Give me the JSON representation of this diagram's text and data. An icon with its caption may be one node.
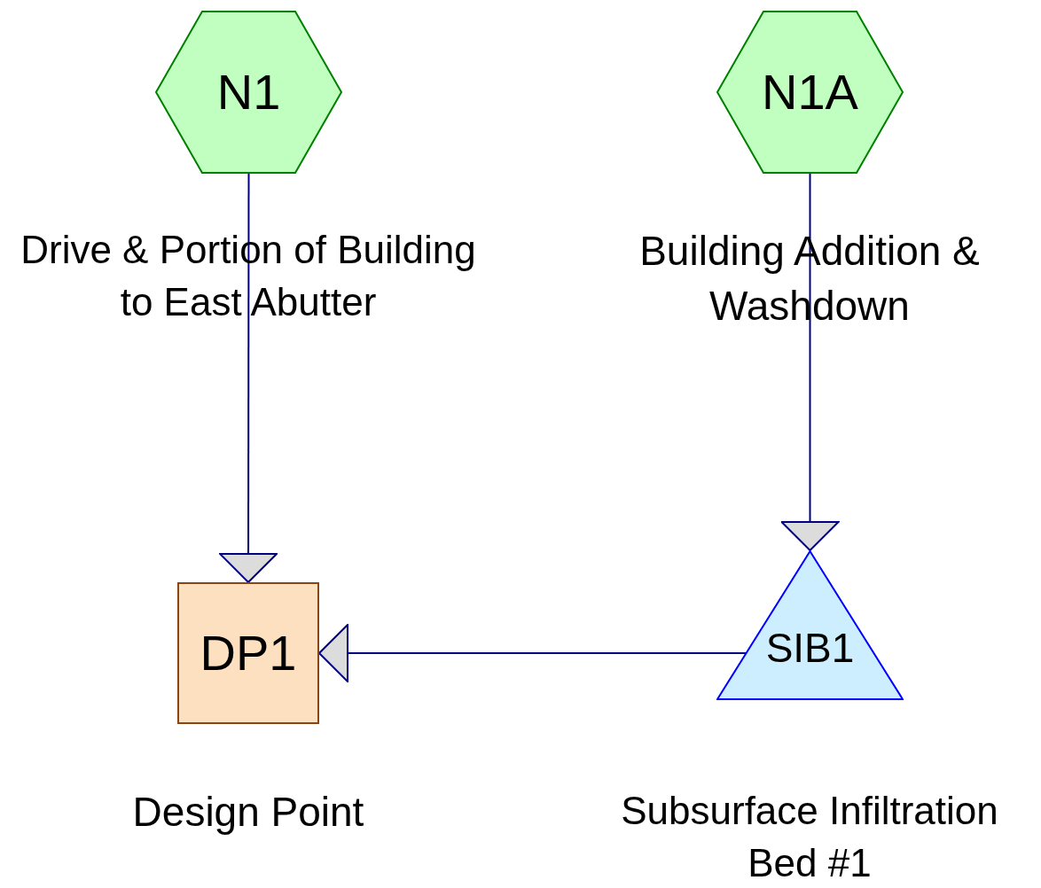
{
  "diagram": {
    "nodes": [
      {
        "text": [
          "N1"
        ],
        "beside": [
          "Drive & Portion of Building to East Abutter"
        ]
      },
      {
        "text": [
          "N1A"
        ],
        "beside": [
          "Building Addition & Washdown"
        ]
      },
      {
        "text": [
          "DP1"
        ],
        "beside": [
          "Design Point"
        ]
      },
      {
        "text": [
          "SIB1"
        ],
        "beside": [
          "Subsurface Infiltration Bed #1"
        ]
      }
    ],
    "edges": [
      {
        "from": 0,
        "to": 2,
        "arrow": "to"
      },
      {
        "from": 1,
        "to": 3,
        "arrow": "to"
      },
      {
        "from": 3,
        "to": 2,
        "arrow": "to"
      }
    ]
  }
}
